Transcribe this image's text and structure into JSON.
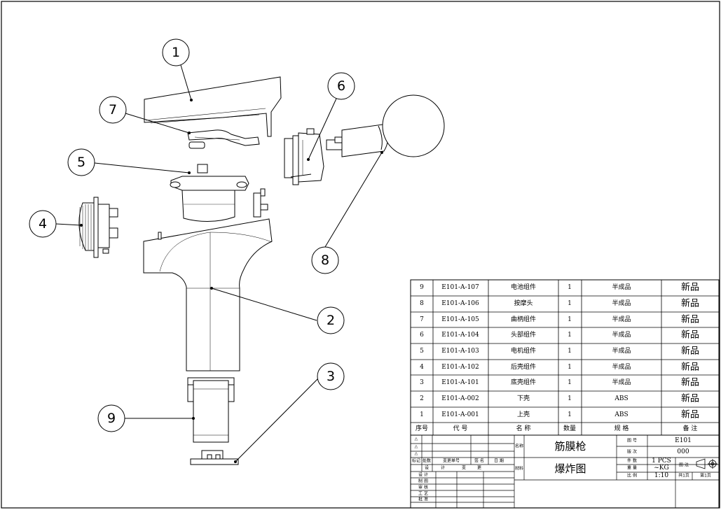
{
  "balloons": [
    "1",
    "2",
    "3",
    "4",
    "5",
    "6",
    "7",
    "8",
    "9"
  ],
  "bom": {
    "rows": [
      {
        "no": "9",
        "code": "E101-A-107",
        "name": "电池组件",
        "qty": "1",
        "spec": "半成品",
        "note": "新品"
      },
      {
        "no": "8",
        "code": "E101-A-106",
        "name": "按摩头",
        "qty": "1",
        "spec": "半成品",
        "note": "新品"
      },
      {
        "no": "7",
        "code": "E101-A-105",
        "name": "曲柄组件",
        "qty": "1",
        "spec": "半成品",
        "note": "新品"
      },
      {
        "no": "6",
        "code": "E101-A-104",
        "name": "头部组件",
        "qty": "1",
        "spec": "半成品",
        "note": "新品"
      },
      {
        "no": "5",
        "code": "E101-A-103",
        "name": "电机组件",
        "qty": "1",
        "spec": "半成品",
        "note": "新品"
      },
      {
        "no": "4",
        "code": "E101-A-102",
        "name": "后壳组件",
        "qty": "1",
        "spec": "半成品",
        "note": "新品"
      },
      {
        "no": "3",
        "code": "E101-A-101",
        "name": "底壳组件",
        "qty": "1",
        "spec": "半成品",
        "note": "新品"
      },
      {
        "no": "2",
        "code": "E101-A-002",
        "name": "下壳",
        "qty": "1",
        "spec": "ABS",
        "note": "新品"
      },
      {
        "no": "1",
        "code": "E101-A-001",
        "name": "上壳",
        "qty": "1",
        "spec": "ABS",
        "note": "新品"
      }
    ],
    "header": {
      "no": "序号",
      "code": "代 号",
      "name": "名 称",
      "qty": "数量",
      "spec": "规 格",
      "note": "备 注"
    }
  },
  "title_block": {
    "name_label": "名称",
    "product_name": "筋膜枪",
    "material_label": "材料",
    "drawing_type": "爆炸图",
    "fig_no_label": "图  号",
    "fig_no": "E101",
    "version_label": "版  次",
    "version": "000",
    "pieces_label": "件  数",
    "pieces": "1 PCS",
    "weight_label": "重  量",
    "weight": "~KG",
    "scale_label": "比  例",
    "scale": "1:10",
    "projection_label": "图 法",
    "sheets_total": "共1页",
    "sheet_no": "第1页",
    "rev_marks": [
      "⚠",
      "⚠",
      "⚠"
    ],
    "rev_header": [
      "标记",
      "处数",
      "变更单号",
      "签 名",
      "日 期"
    ],
    "rev_header2": [
      "设",
      "计",
      "变",
      "更"
    ],
    "sign_rows": [
      "设  计",
      "制  图",
      "审  核",
      "工  艺",
      "批  准"
    ]
  }
}
